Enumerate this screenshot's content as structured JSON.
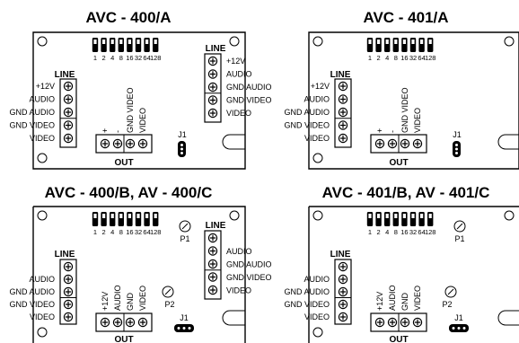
{
  "panels": [
    {
      "title": "AVC - 400/A",
      "dip_labels": [
        "1",
        "2",
        "4",
        "8",
        "16",
        "32",
        "64",
        "128"
      ],
      "line_left": {
        "title": "LINE",
        "labels": [
          "+12V",
          "AUDIO",
          "GND AUDIO",
          "GND VIDEO",
          "VIDEO"
        ]
      },
      "line_right": {
        "title": "LINE",
        "labels": [
          "+12V",
          "AUDIO",
          "GND AUDIO",
          "GND VIDEO",
          "VIDEO"
        ]
      },
      "out": {
        "title": "OUT",
        "labels": [
          "+",
          "-",
          "GND VIDEO",
          "VIDEO"
        ]
      },
      "jumper": "J1"
    },
    {
      "title": "AVC - 401/A",
      "dip_labels": [
        "1",
        "2",
        "4",
        "8",
        "16",
        "32",
        "64",
        "128"
      ],
      "line_left": {
        "title": "LINE",
        "labels": [
          "+12V",
          "AUDIO",
          "GND AUDIO",
          "GND VIDEO",
          "VIDEO"
        ]
      },
      "out": {
        "title": "OUT",
        "labels": [
          "+",
          "-",
          "GND VIDEO",
          "VIDEO"
        ]
      },
      "jumper": "J1"
    },
    {
      "title": "AVC - 400/B, AV - 400/C",
      "dip_labels": [
        "1",
        "2",
        "4",
        "8",
        "16",
        "32",
        "64",
        "128"
      ],
      "line_left": {
        "title": "LINE",
        "labels": [
          "AUDIO",
          "GND AUDIO",
          "GND VIDEO",
          "VIDEO"
        ]
      },
      "line_right": {
        "title": "LINE",
        "labels": [
          "AUDIO",
          "GND AUDIO",
          "GND VIDEO",
          "VIDEO"
        ]
      },
      "out": {
        "title": "OUT",
        "labels": [
          "+12V",
          "AUDIO",
          "GND",
          "VIDEO"
        ]
      },
      "pots": [
        "P1",
        "P2"
      ],
      "jumper": "J1"
    },
    {
      "title": "AVC - 401/B, AV - 401/C",
      "dip_labels": [
        "1",
        "2",
        "4",
        "8",
        "16",
        "32",
        "64",
        "128"
      ],
      "line_left": {
        "title": "LINE",
        "labels": [
          "AUDIO",
          "GND AUDIO",
          "GND VIDEO",
          "VIDEO"
        ]
      },
      "out": {
        "title": "OUT",
        "labels": [
          "+12V",
          "AUDIO",
          "GND",
          "VIDEO"
        ]
      },
      "pots": [
        "P1",
        "P2"
      ],
      "jumper": "J1"
    }
  ]
}
